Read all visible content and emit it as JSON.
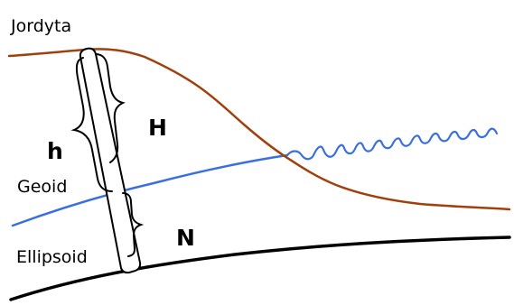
{
  "labels": {
    "topography": "Jordyta",
    "geoid": "Geoid",
    "ellipsoid": "Ellipsoid",
    "ellipsoidal_height": "h",
    "orthometric_height": "H",
    "geoid_undulation": "N"
  },
  "colors": {
    "topography": "#a0410d",
    "geoid": "#3b6fe0",
    "ellipsoid": "#000000",
    "text": "#000000",
    "background": "#ffffff"
  }
}
